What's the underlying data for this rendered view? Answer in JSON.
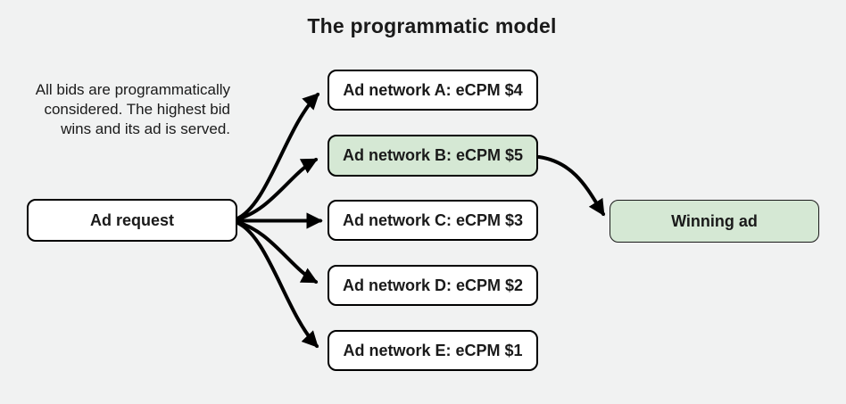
{
  "title": "The programmatic model",
  "description": {
    "lines": [
      "All bids are programmatically",
      "considered. The highest bid",
      "wins and its ad is served."
    ]
  },
  "nodes": {
    "ad_request": {
      "label": "Ad request"
    },
    "networks": [
      {
        "label": "Ad network A: eCPM $4",
        "highlight": false
      },
      {
        "label": "Ad network B: eCPM $5",
        "highlight": true
      },
      {
        "label": "Ad network C: eCPM $3",
        "highlight": false
      },
      {
        "label": "Ad network D: eCPM $2",
        "highlight": false
      },
      {
        "label": "Ad network E: eCPM $1",
        "highlight": false
      }
    ],
    "winning_ad": {
      "label": "Winning ad"
    }
  },
  "colors": {
    "background": "#f1f2f2",
    "box_fill": "#ffffff",
    "highlight_fill": "#d5e8d4",
    "box_border": "#000000",
    "arrow": "#000000",
    "text": "#1a1a1a"
  }
}
